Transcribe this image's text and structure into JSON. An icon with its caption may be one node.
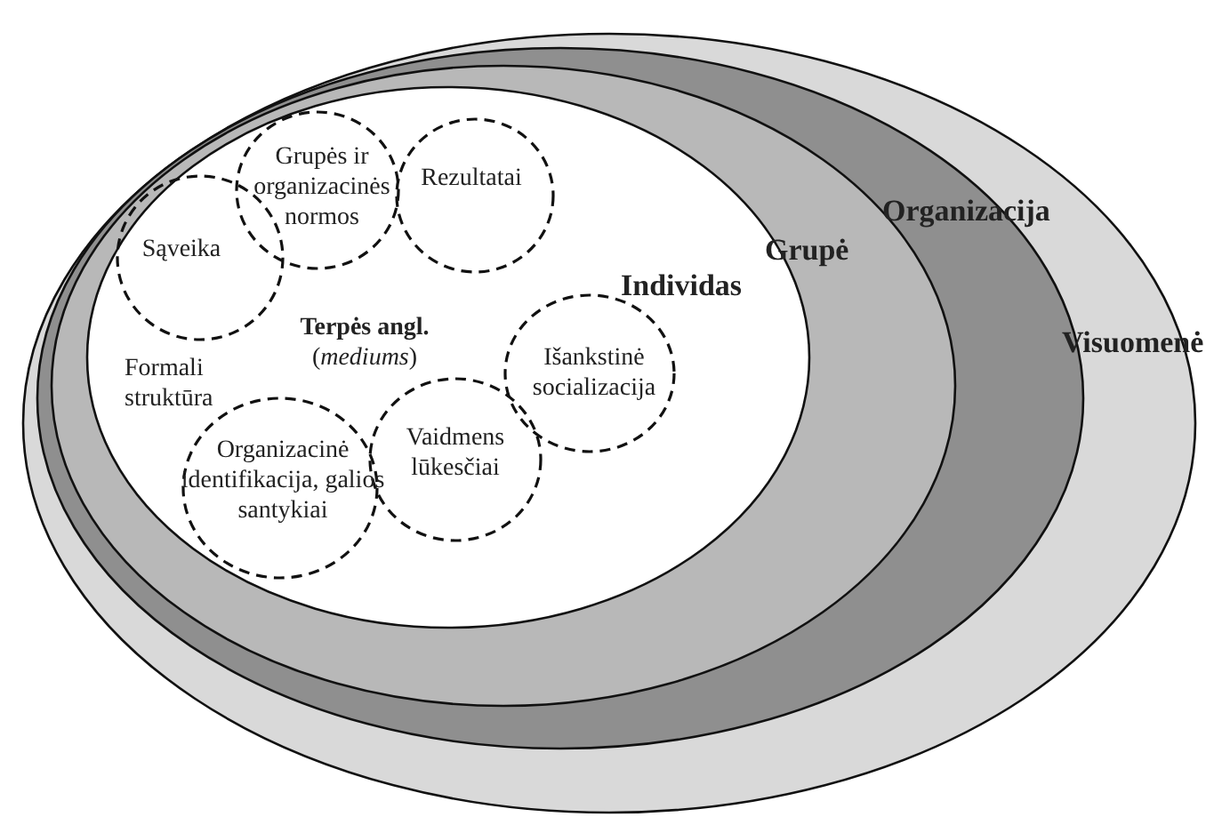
{
  "diagram": {
    "nodes": [
      {
        "text": [
          "Visuomenė"
        ]
      },
      {
        "text": [
          "Organizacija"
        ],
        "in": 0
      },
      {
        "text": [
          "Grupė"
        ],
        "in": 1
      },
      {
        "text": [
          "Individas"
        ],
        "in": 2
      },
      {
        "text": [
          "Sąveika"
        ],
        "in": 3
      },
      {
        "text": [
          "Grupės ir organizacinės normos"
        ],
        "in": 3
      },
      {
        "text": [
          "Rezultatai"
        ],
        "in": 3
      },
      {
        "text": [
          "Išankstinė socializacija"
        ],
        "in": 3
      },
      {
        "text": [
          "Vaidmens lūkesčiai"
        ],
        "in": 3
      },
      {
        "text": [
          "Organizacinė identifikacija, galios santykiai"
        ],
        "in": 3
      }
    ],
    "edges": [],
    "labels": [
      "Formali struktūra",
      "**Terpės angl.** (*mediums*)"
    ]
  }
}
